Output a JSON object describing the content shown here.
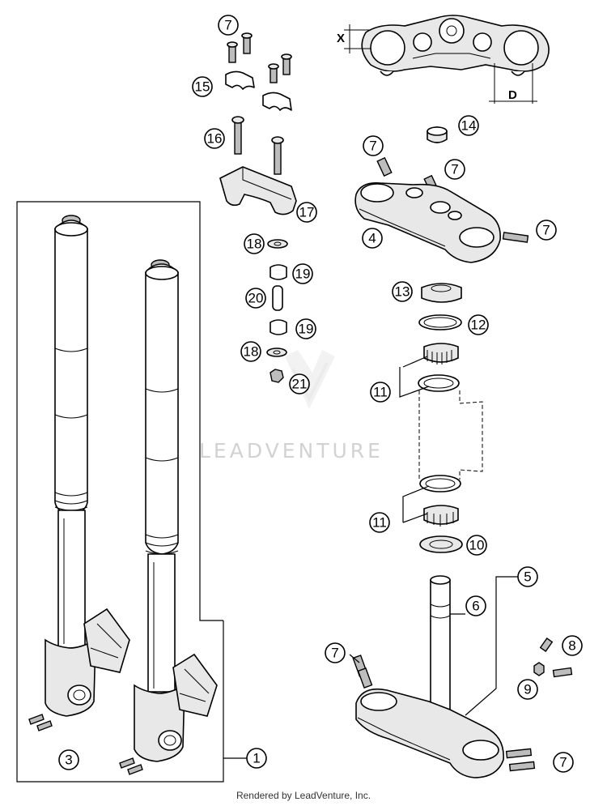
{
  "callouts": {
    "c1": "1",
    "c3": "3",
    "c4": "4",
    "c5": "5",
    "c6": "6",
    "c7": "7",
    "c8": "8",
    "c9": "9",
    "c10": "10",
    "c11": "11",
    "c12": "12",
    "c13": "13",
    "c14": "14",
    "c15": "15",
    "c16": "16",
    "c17": "17",
    "c18": "18",
    "c19": "19",
    "c20": "20",
    "c21": "21"
  },
  "dimensions": {
    "x": "X",
    "d": "D"
  },
  "watermark": {
    "brand": "LEADVENTURE"
  },
  "footer": {
    "credit": "Rendered by LeadVenture, Inc."
  }
}
